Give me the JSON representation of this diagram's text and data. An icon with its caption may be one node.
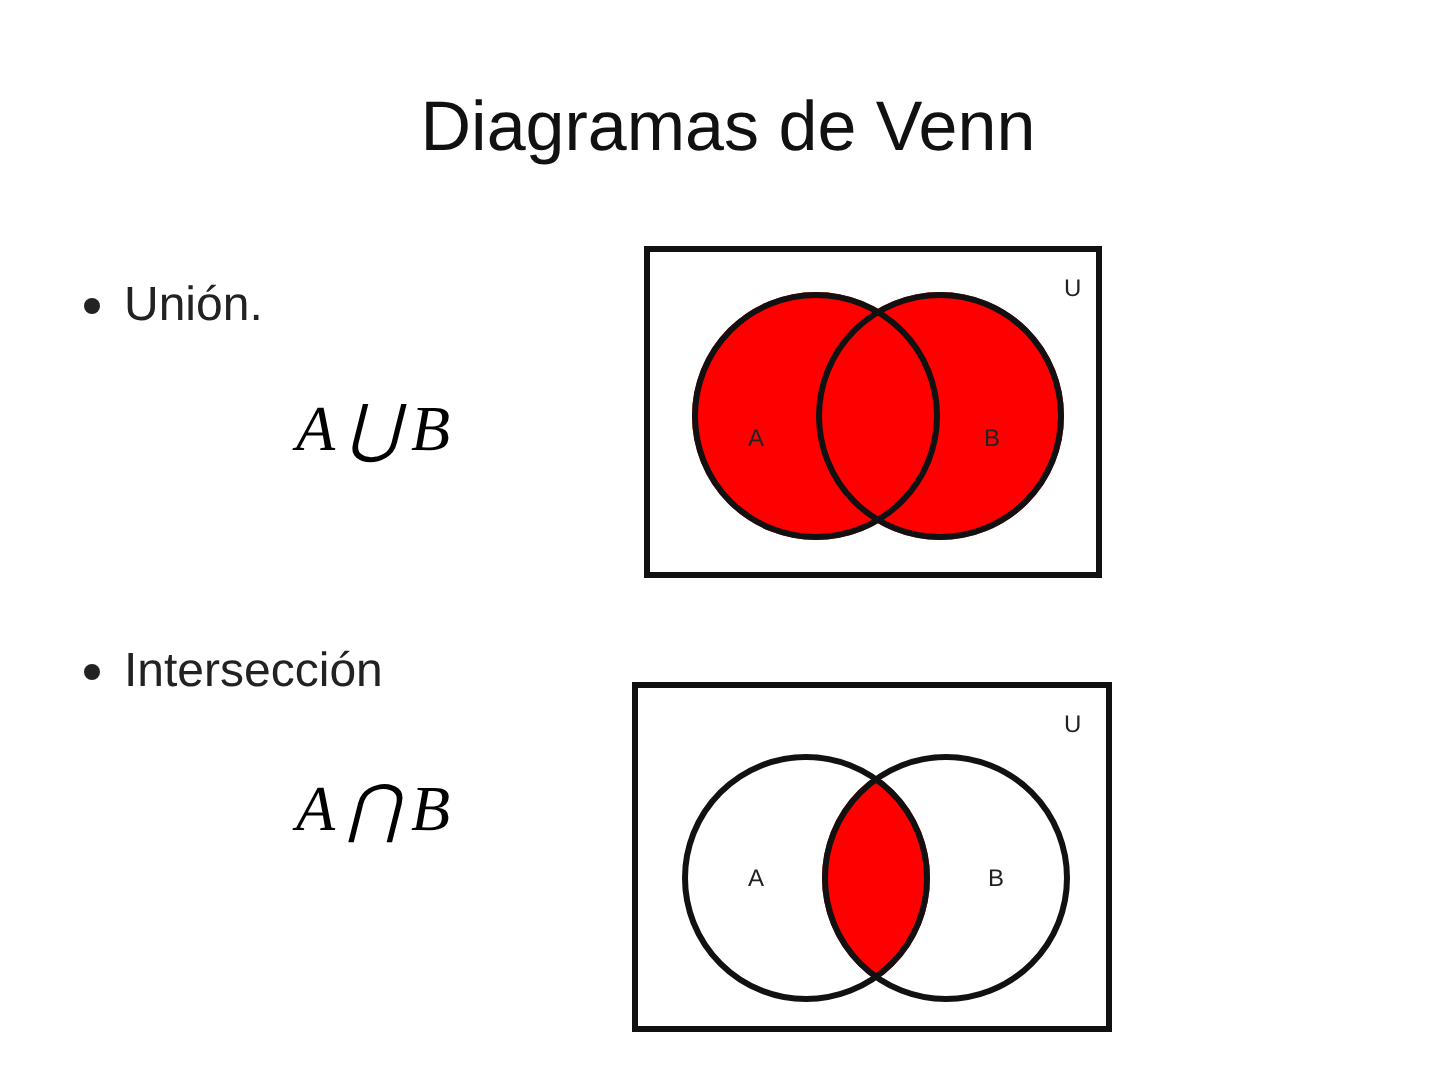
{
  "diagram": {
    "title": "Diagramas de Venn",
    "nodes": [
      {
        "text": [
          "U"
        ]
      },
      {
        "text": [
          "A"
        ],
        "in": 0
      },
      {
        "text": [
          "B"
        ],
        "in": 0
      },
      {
        "text": [
          "U"
        ]
      },
      {
        "text": [
          "A"
        ],
        "in": 3
      },
      {
        "text": [
          "B"
        ],
        "in": 3
      }
    ],
    "labels": [
      "Unión.",
      "A⋃B",
      "Intersección",
      "A⋂B"
    ]
  }
}
